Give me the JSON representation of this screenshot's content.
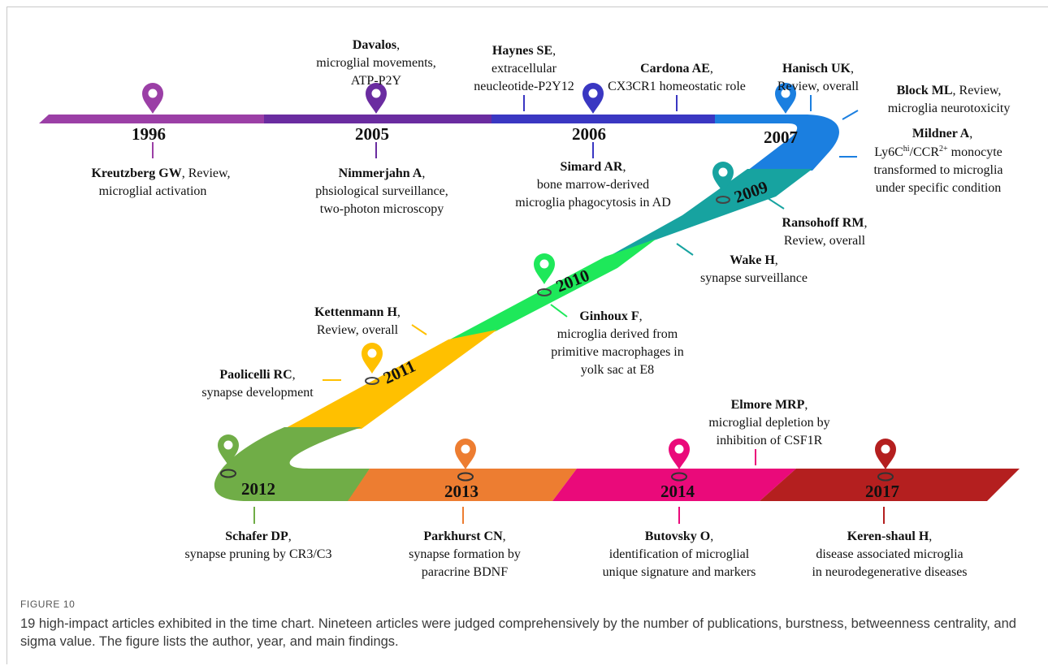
{
  "figure": {
    "label": "FIGURE 10",
    "caption": "19 high-impact articles exhibited in the time chart. Nineteen articles were judged comprehensively by the number of publications, burstness, betweenness centrality, and sigma value. The figure lists the author, year, and main findings."
  },
  "colors": {
    "1996": "#9b3fa6",
    "2005": "#6a2ca0",
    "2006": "#3a37c2",
    "2007": "#1b7fe0",
    "2009": "#17a3a0",
    "2010": "#1ee85a",
    "2011": "#ffc000",
    "2012": "#70ad47",
    "2013": "#ed7d31",
    "2014": "#ea0a7a",
    "2017": "#b41f1f"
  },
  "years": [
    "1996",
    "2005",
    "2006",
    "2007",
    "2009",
    "2010",
    "2011",
    "2012",
    "2013",
    "2014",
    "2017"
  ],
  "articles": {
    "kreutzberg": {
      "author": "Kreutzberg GW",
      "line1_rest": ", Review,",
      "line2": "microglial  activation"
    },
    "davalos": {
      "author": "Davalos",
      "line1_rest": ",",
      "line2": "microglial movements,",
      "line3": "ATP-P2Y"
    },
    "nimmerjahn": {
      "author": "Nimmerjahn A",
      "line1_rest": ",",
      "line2": "phsiological surveillance,",
      "line3": "two-photon microscopy"
    },
    "haynes": {
      "author": "Haynes SE",
      "line1_rest": ",",
      "line2": "extracellular",
      "line3": "neucleotide-P2Y12"
    },
    "simard": {
      "author": "Simard AR",
      "line1_rest": ",",
      "line2": "bone marrow-derived",
      "line3": "microglia  phagocytosis in AD"
    },
    "cardona": {
      "author": "Cardona AE",
      "line1_rest": ",",
      "line2": "CX3CR1 homeostatic role"
    },
    "hanisch": {
      "author": "Hanisch UK",
      "line1_rest": ",",
      "line2": "Review,  overall"
    },
    "block": {
      "author": "Block ML",
      "line1_rest": ", Review,",
      "line2": "microglia  neurotoxicity"
    },
    "mildner": {
      "author": "Mildner A",
      "line1_rest": ",",
      "line2_a": "Ly6C",
      "line2_sup1": "hi",
      "line2_b": "/CCR",
      "line2_sup2": "2+",
      "line2_c": " monocyte",
      "line3": "transformed to microglia",
      "line4": "under specific condition"
    },
    "ransohoff": {
      "author": "Ransohoff RM",
      "line1_rest": ",",
      "line2": "Review,  overall"
    },
    "wake": {
      "author": "Wake H",
      "line1_rest": ",",
      "line2": "synapse surveillance"
    },
    "ginhoux": {
      "author": "Ginhoux F",
      "line1_rest": ",",
      "line2": "microglia derived from",
      "line3": "primitive  macrophages in",
      "line4": "yolk sac at E8"
    },
    "kettenmann": {
      "author": "Kettenmann H",
      "line1_rest": ",",
      "line2": "Review,  overall"
    },
    "paolicelli": {
      "author": "Paolicelli RC",
      "line1_rest": ",",
      "line2": "synapse development"
    },
    "schafer": {
      "author": "Schafer DP",
      "line1_rest": ",",
      "line2": "synapse pruning by CR3/C3"
    },
    "parkhurst": {
      "author": "Parkhurst CN",
      "line1_rest": ",",
      "line2": "synapse formation by",
      "line3": "paracrine  BDNF"
    },
    "elmore": {
      "author": "Elmore MRP",
      "line1_rest": ",",
      "line2": "microglial  depletion by",
      "line3": "inhibition  of CSF1R"
    },
    "butovsky": {
      "author": "Butovsky O",
      "line1_rest": ",",
      "line2": "identification  of microglial",
      "line3": "unique signature and markers"
    },
    "keren": {
      "author": "Keren-shaul H",
      "line1_rest": ",",
      "line2": "disease associated microglia",
      "line3": "in neurodegenerative  diseases"
    }
  }
}
